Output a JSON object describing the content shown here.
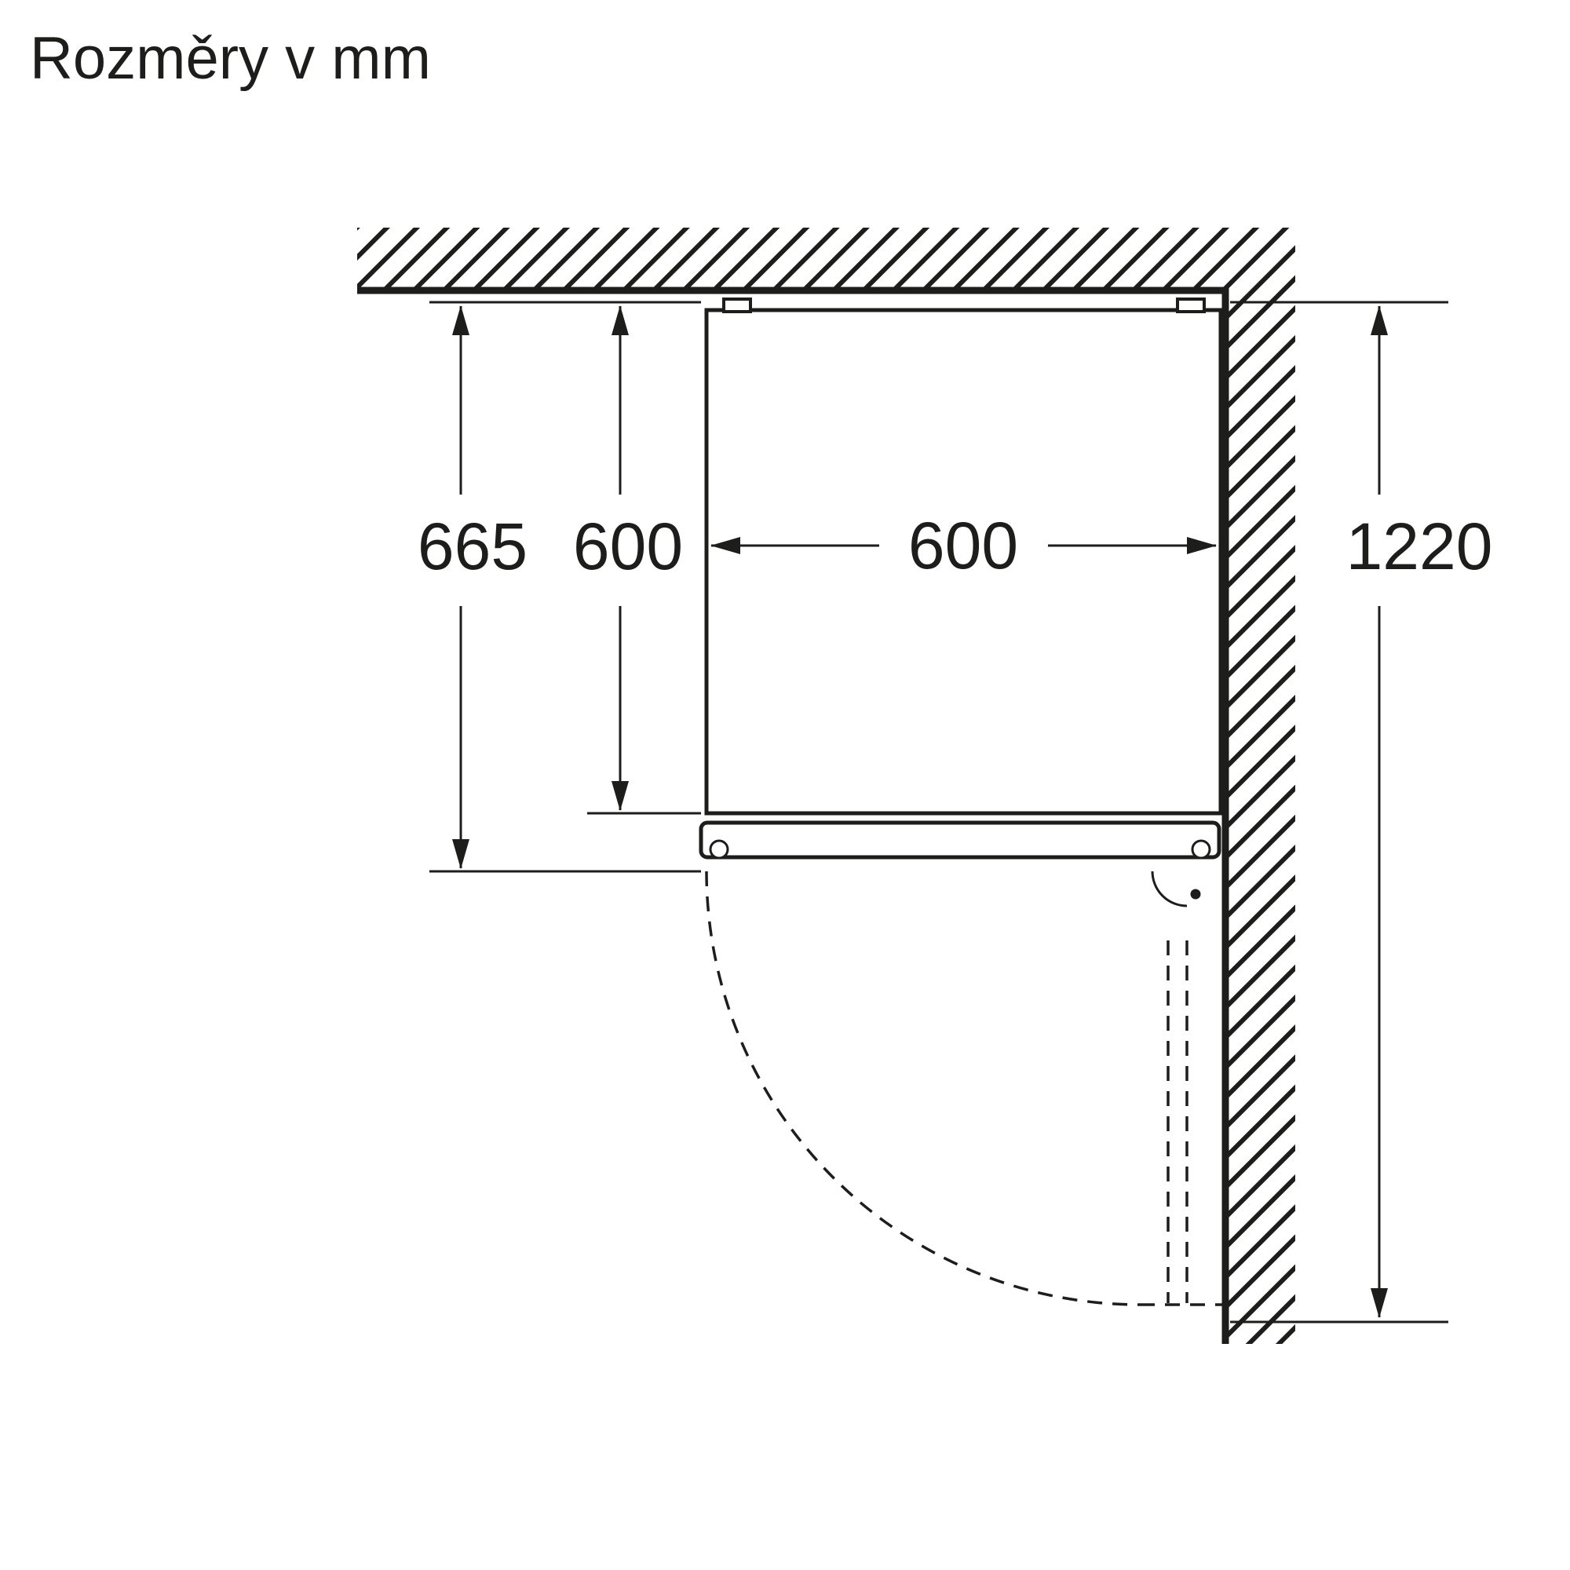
{
  "title": "Rozměry v mm",
  "dimensions": {
    "depth_total": "665",
    "depth_body": "600",
    "width": "600",
    "side_clearance": "1220"
  },
  "colors": {
    "line": "#1d1d1b",
    "background": "#ffffff"
  }
}
